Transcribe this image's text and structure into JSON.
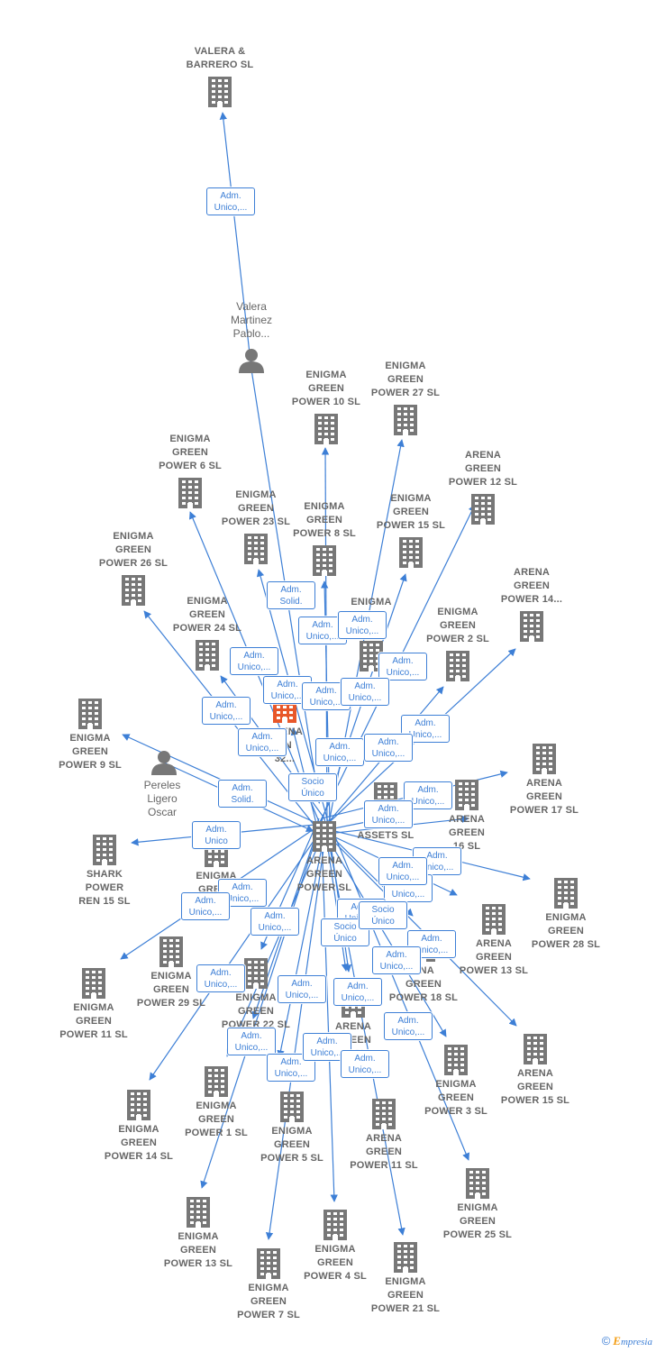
{
  "nodes": {
    "center": {
      "lines": [
        "ARENA",
        "GREEN",
        "POWER  SL"
      ],
      "type": "company"
    },
    "valera_barrero": {
      "lines": [
        "VALERA &",
        "BARRERO  SL"
      ],
      "type": "company"
    },
    "valera_person": {
      "lines": [
        "Valera",
        "Martinez",
        "Pablo..."
      ],
      "type": "person"
    },
    "pereles": {
      "lines": [
        "Pereles",
        "Ligero",
        "Oscar"
      ],
      "type": "person"
    },
    "eg10": {
      "lines": [
        "ENIGMA",
        "GREEN",
        "POWER 10  SL"
      ],
      "type": "company"
    },
    "eg27": {
      "lines": [
        "ENIGMA",
        "GREEN",
        "POWER 27  SL"
      ],
      "type": "company"
    },
    "ag12": {
      "lines": [
        "ARENA",
        "GREEN",
        "POWER 12  SL"
      ],
      "type": "company"
    },
    "ag14": {
      "lines": [
        "ARENA",
        "GREEN",
        "POWER 14..."
      ],
      "type": "company"
    },
    "eg6": {
      "lines": [
        "ENIGMA",
        "GREEN",
        "POWER 6  SL"
      ],
      "type": "company"
    },
    "eg23": {
      "lines": [
        "ENIGMA",
        "GREEN",
        "POWER 23  SL"
      ],
      "type": "company"
    },
    "eg8": {
      "lines": [
        "ENIGMA",
        "GREEN",
        "POWER 8  SL"
      ],
      "type": "company"
    },
    "eg15": {
      "lines": [
        "ENIGMA",
        "GREEN",
        "POWER 15  SL"
      ],
      "type": "company"
    },
    "eg26": {
      "lines": [
        "ENIGMA",
        "GREEN",
        "POWER 26  SL"
      ],
      "type": "company"
    },
    "eg24": {
      "lines": [
        "ENIGMA",
        "GREEN",
        "POWER 24  SL"
      ],
      "type": "company"
    },
    "enigma_mid": {
      "lines": [
        "ENIGMA",
        "",
        "SL"
      ],
      "type": "company"
    },
    "eg2": {
      "lines": [
        "ENIGMA",
        "GREEN",
        "POWER 2  SL"
      ],
      "type": "company"
    },
    "eg9": {
      "lines": [
        "ENIGMA",
        "GREEN",
        "POWER 9  SL"
      ],
      "type": "company"
    },
    "arena_red": {
      "lines": [
        "ARENA",
        "EN",
        "32..."
      ],
      "type": "company"
    },
    "ag17": {
      "lines": [
        "ARENA",
        "GREEN",
        "POWER 17  SL"
      ],
      "type": "company"
    },
    "green_assets": {
      "lines": [
        "GREEN",
        "ASSETS  SL"
      ],
      "type": "company"
    },
    "ag16": {
      "lines": [
        "ARENA",
        "GREEN",
        "16  SL"
      ],
      "type": "company"
    },
    "shark": {
      "lines": [
        "SHARK",
        "POWER",
        "REN 15  SL"
      ],
      "type": "company"
    },
    "eg_power": {
      "lines": [
        "ENIGMA",
        "GREEN",
        "POWER"
      ],
      "type": "company"
    },
    "eg28": {
      "lines": [
        "ENIGMA",
        "GREEN",
        "POWER 28  SL"
      ],
      "type": "company"
    },
    "ag13": {
      "lines": [
        "ARENA",
        "GREEN",
        "POWER 13  SL"
      ],
      "type": "company"
    },
    "eg29": {
      "lines": [
        "ENIGMA",
        "GREEN",
        "POWER 29  SL"
      ],
      "type": "company"
    },
    "eg11": {
      "lines": [
        "ENIGMA",
        "GREEN",
        "POWER 11  SL"
      ],
      "type": "company"
    },
    "eg22": {
      "lines": [
        "ENIGMA",
        "GREEN",
        "POWER 22  SL"
      ],
      "type": "company"
    },
    "ag18": {
      "lines": [
        "ENA",
        "GREEN",
        "POWER 18  SL"
      ],
      "type": "company"
    },
    "ag19": {
      "lines": [
        "ARENA",
        "GREEN",
        "19  SL"
      ],
      "type": "company"
    },
    "ag15": {
      "lines": [
        "ARENA",
        "GREEN",
        "POWER 15  SL"
      ],
      "type": "company"
    },
    "eg1": {
      "lines": [
        "ENIGMA",
        "GREEN",
        "POWER 1  SL"
      ],
      "type": "company"
    },
    "eg3": {
      "lines": [
        "ENIGMA",
        "GREEN",
        "POWER 3  SL"
      ],
      "type": "company"
    },
    "eg14": {
      "lines": [
        "ENIGMA",
        "GREEN",
        "POWER 14  SL"
      ],
      "type": "company"
    },
    "eg5": {
      "lines": [
        "ENIGMA",
        "GREEN",
        "POWER 5  SL"
      ],
      "type": "company"
    },
    "ag11": {
      "lines": [
        "ARENA",
        "GREEN",
        "POWER 11  SL"
      ],
      "type": "company"
    },
    "eg25": {
      "lines": [
        "ENIGMA",
        "GREEN",
        "POWER 25  SL"
      ],
      "type": "company"
    },
    "eg13": {
      "lines": [
        "ENIGMA",
        "GREEN",
        "POWER 13  SL"
      ],
      "type": "company"
    },
    "eg4": {
      "lines": [
        "ENIGMA",
        "GREEN",
        "POWER 4  SL"
      ],
      "type": "company"
    },
    "eg21": {
      "lines": [
        "ENIGMA",
        "GREEN",
        "POWER 21  SL"
      ],
      "type": "company"
    },
    "eg7": {
      "lines": [
        "ENIGMA",
        "GREEN",
        "POWER 7  SL"
      ],
      "type": "company"
    }
  },
  "edges": [
    {
      "from": "valera_person",
      "to": "valera_barrero",
      "label": [
        "Adm.",
        "Unico,..."
      ]
    },
    {
      "from": "valera_person",
      "to": "center",
      "label": [
        "Adm.",
        "Solid."
      ]
    },
    {
      "from": "pereles",
      "to": "center",
      "label": [
        "Adm.",
        "Solid."
      ]
    },
    {
      "from": "center",
      "to": "eg10",
      "label": [
        "Adm.",
        "Unico,..."
      ]
    },
    {
      "from": "center",
      "to": "eg27",
      "label": [
        "Adm.",
        "Unico,..."
      ]
    },
    {
      "from": "center",
      "to": "ag12",
      "label": [
        "Adm.",
        "Unico,..."
      ]
    },
    {
      "from": "center",
      "to": "ag14",
      "label": [
        "Adm.",
        "Unico,..."
      ]
    },
    {
      "from": "center",
      "to": "eg6",
      "label": [
        "Adm.",
        "Unico,..."
      ]
    },
    {
      "from": "center",
      "to": "eg23",
      "label": [
        "Adm.",
        "Unico,..."
      ]
    },
    {
      "from": "center",
      "to": "eg8",
      "label": [
        "Adm.",
        "Unico,..."
      ]
    },
    {
      "from": "center",
      "to": "eg15",
      "label": [
        "Adm.",
        "Unico,..."
      ]
    },
    {
      "from": "center",
      "to": "eg26",
      "label": [
        "Adm.",
        "Unico,..."
      ]
    },
    {
      "from": "center",
      "to": "eg24",
      "label": [
        "Adm.",
        "Unico,..."
      ]
    },
    {
      "from": "center",
      "to": "eg2",
      "label": [
        "Adm.",
        "Unico,..."
      ]
    },
    {
      "from": "center",
      "to": "eg9",
      "label": [
        "Adm.",
        "Unico,..."
      ]
    },
    {
      "from": "center",
      "to": "arena_red",
      "label": [
        "Socio",
        "Único"
      ]
    },
    {
      "from": "center",
      "to": "ag17",
      "label": [
        "Adm.",
        "Unico,..."
      ]
    },
    {
      "from": "center",
      "to": "shark",
      "label": [
        "Adm.",
        "Unico"
      ]
    },
    {
      "from": "center",
      "to": "eg28",
      "label": [
        "Adm.",
        "Unico,..."
      ]
    },
    {
      "from": "center",
      "to": "ag13",
      "label": [
        "Adm.",
        "Unico,..."
      ]
    },
    {
      "from": "center",
      "to": "eg29",
      "label": [
        "Adm.",
        "Unico,..."
      ]
    },
    {
      "from": "center",
      "to": "eg11",
      "label": [
        "Adm.",
        "Unico,..."
      ]
    },
    {
      "from": "center",
      "to": "ag18",
      "label": [
        "Adm.",
        "Unico,..."
      ]
    },
    {
      "from": "center",
      "to": "ag15",
      "label": [
        "Adm.",
        "Unico,..."
      ]
    },
    {
      "from": "center",
      "to": "eg1",
      "label": [
        "Adm.",
        "Unico,..."
      ]
    },
    {
      "from": "center",
      "to": "eg3",
      "label": [
        "Adm.",
        "Unico,..."
      ]
    },
    {
      "from": "center",
      "to": "eg14",
      "label": [
        "Adm.",
        "Unico,..."
      ]
    },
    {
      "from": "center",
      "to": "eg5",
      "label": [
        "Adm.",
        "Unico,..."
      ]
    },
    {
      "from": "center",
      "to": "ag11",
      "label": [
        "Adm.",
        "Unico,..."
      ]
    },
    {
      "from": "center",
      "to": "eg25",
      "label": [
        "Adm.",
        "Unico,..."
      ]
    },
    {
      "from": "center",
      "to": "eg13",
      "label": [
        "Adm.",
        "Unico,..."
      ]
    },
    {
      "from": "center",
      "to": "eg4",
      "label": [
        "Adm.",
        "Unico,..."
      ]
    },
    {
      "from": "center",
      "to": "eg21",
      "label": [
        "Adm.",
        "Unico,..."
      ]
    },
    {
      "from": "center",
      "to": "eg7",
      "label": [
        "Adm.",
        "Unico,..."
      ]
    },
    {
      "from": "center",
      "to": "green_assets",
      "label": [
        "Adm.",
        "Unico,..."
      ]
    },
    {
      "from": "center",
      "to": "ag16",
      "label": [
        "Adm.",
        "Unico,..."
      ]
    },
    {
      "from": "center",
      "to": "eg22",
      "label": [
        "Socio",
        "Único"
      ]
    },
    {
      "from": "center",
      "to": "ag19",
      "label": [
        "Socio",
        "Único"
      ]
    }
  ],
  "colors": {
    "edge": "#3d7fd6",
    "icon": "#777777",
    "label": "#666666",
    "accent": "#e8572a"
  },
  "footer": {
    "copyright": "©",
    "brand_first": "E",
    "brand_rest": "mpresia"
  }
}
